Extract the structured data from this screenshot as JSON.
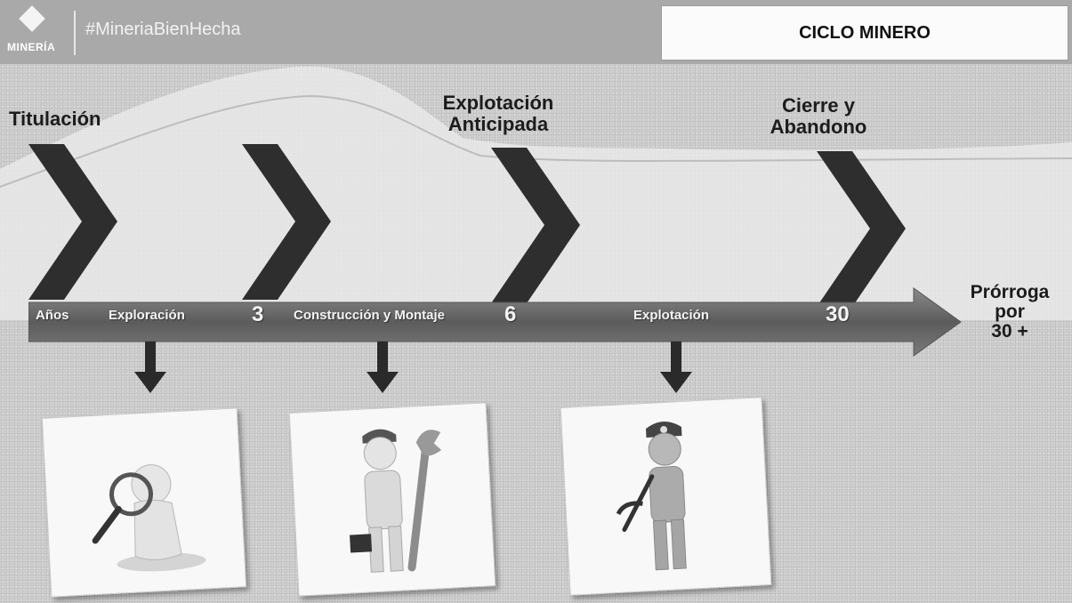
{
  "header": {
    "logo_text": "MINERÍA",
    "hashtag": "#MineriaBienHecha",
    "title": "CICLO MINERO"
  },
  "phases": {
    "titulacion": "Titulación",
    "explotacion_anticipada_1": "Explotación",
    "explotacion_anticipada_2": "Anticipada",
    "cierre_1": "Cierre y",
    "cierre_2": "Abandono"
  },
  "timeline": {
    "anos": "Años",
    "exploracion": "Exploración",
    "marker_3": "3",
    "construccion": "Construcción y Montaje",
    "marker_6": "6",
    "explotacion": "Explotación",
    "marker_30": "30"
  },
  "prorroga": {
    "line1": "Prórroga",
    "line2": "por",
    "line3": "30 +"
  },
  "cards": [
    {
      "icon": "magnifier-figure-icon"
    },
    {
      "icon": "worker-wrench-icon"
    },
    {
      "icon": "miner-pickaxe-icon"
    }
  ]
}
